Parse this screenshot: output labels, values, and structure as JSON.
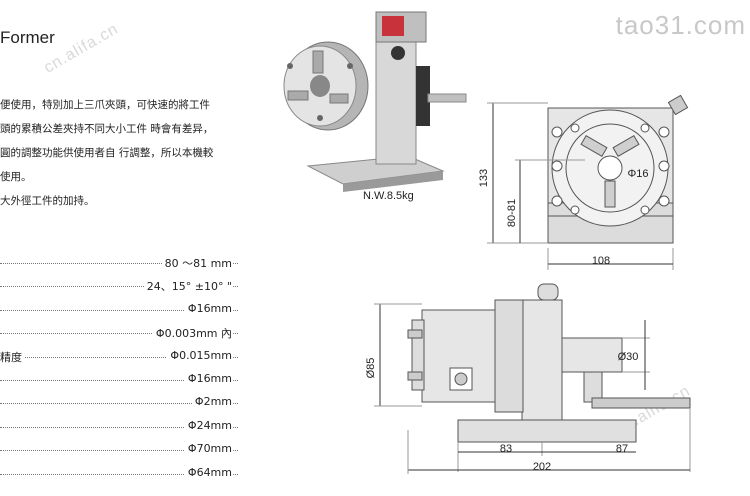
{
  "header": {
    "title": "Former",
    "watermark": "tao31.com",
    "watermark_diag": "cn.alifa.cn"
  },
  "description": [
    "便使用，特別加上三爪夾頭，可快速的將工件",
    "頭的累積公差夾持不同大小工件 時會有差异，",
    "圓的調整功能供使用者自 行調整，所以本機較",
    "使用。",
    "大外徑工件的加持。"
  ],
  "product": {
    "weight": "N.W.8.5kg"
  },
  "specs": [
    {
      "label": "",
      "value": "80 ～81 mm"
    },
    {
      "label": "",
      "value": "24、15°  ±10°  \""
    },
    {
      "label": "",
      "value": "Φ16mm"
    },
    {
      "label": "",
      "value": "Φ0.003mm 內"
    },
    {
      "label": "精度",
      "value": "Φ0.015mm"
    },
    {
      "label": "",
      "value": "Φ16mm"
    },
    {
      "label": "",
      "value": "Φ2mm"
    },
    {
      "label": "",
      "value": "Φ24mm"
    },
    {
      "label": "",
      "value": "Φ70mm"
    },
    {
      "label": "",
      "value": "Φ64mm"
    }
  ],
  "front_view": {
    "dim_height_total": "133",
    "dim_center": "80-81",
    "dim_width": "108",
    "dim_bore": "Φ16"
  },
  "side_view": {
    "dim_diameter": "Ø85",
    "dim_shaft": "Ø30",
    "dim_left": "83",
    "dim_right": "87",
    "dim_total": "202"
  },
  "colors": {
    "text": "#222222",
    "drawing_line": "#555555",
    "drawing_fill": "#e6e6e6",
    "machine_red": "#c8323a"
  }
}
